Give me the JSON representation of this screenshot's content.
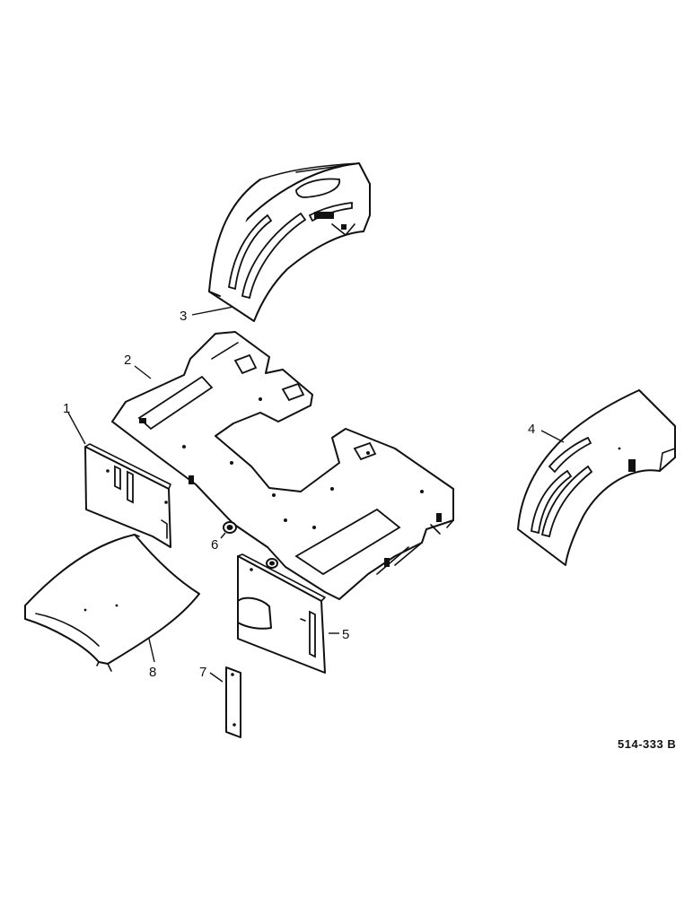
{
  "callouts": {
    "c1": "1",
    "c2": "2",
    "c3": "3",
    "c4": "4",
    "c5": "5",
    "c6": "6",
    "c7": "7",
    "c8": "8"
  },
  "reference_code": "514-333 B"
}
